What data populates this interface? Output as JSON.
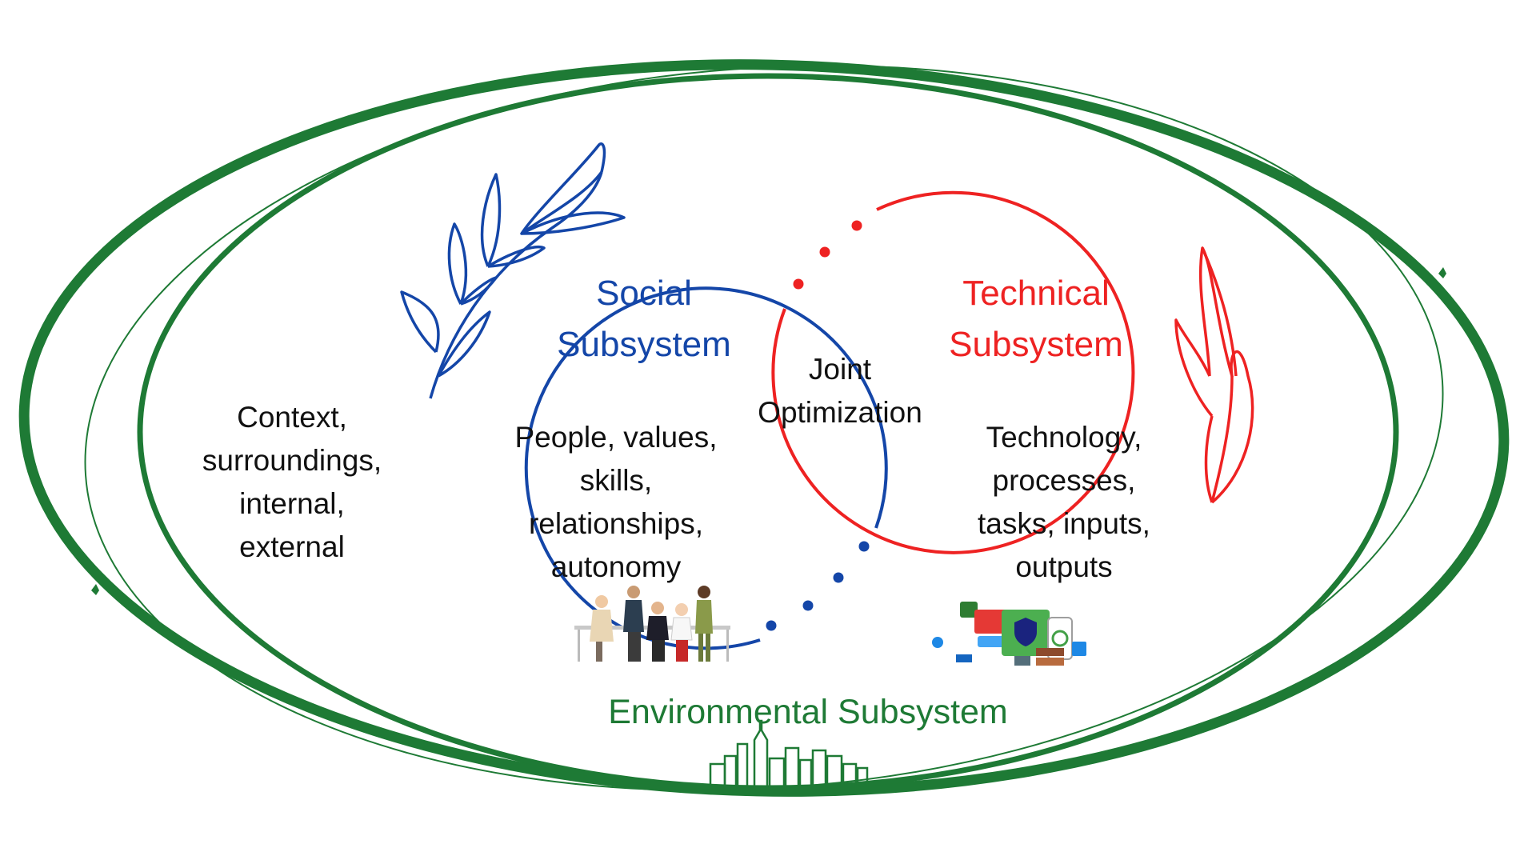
{
  "diagram": {
    "social": {
      "title_line1": "Social",
      "title_line2": "Subsystem",
      "items_lines": [
        "People, values,",
        "skills,",
        "relationships,",
        "autonomy"
      ]
    },
    "technical": {
      "title_line1": "Technical",
      "title_line2": "Subsystem",
      "items_lines": [
        "Technology,",
        "processes,",
        "tasks, inputs,",
        "outputs"
      ]
    },
    "joint": {
      "line1": "Joint",
      "line2": "Optimization"
    },
    "environment": {
      "title": "Environmental Subsystem",
      "context_lines": [
        "Context,",
        "surroundings,",
        "internal,",
        "external"
      ]
    },
    "colors": {
      "social": "#1446a8",
      "technical": "#ee2222",
      "environment": "#1e7a35",
      "text": "#111111"
    },
    "icons": {
      "social": "leaf-branch-icon",
      "technical": "flame-leaf-icon",
      "people": "team-meeting-icon",
      "tech": "devices-security-icon",
      "city": "city-skyline-icon"
    }
  }
}
